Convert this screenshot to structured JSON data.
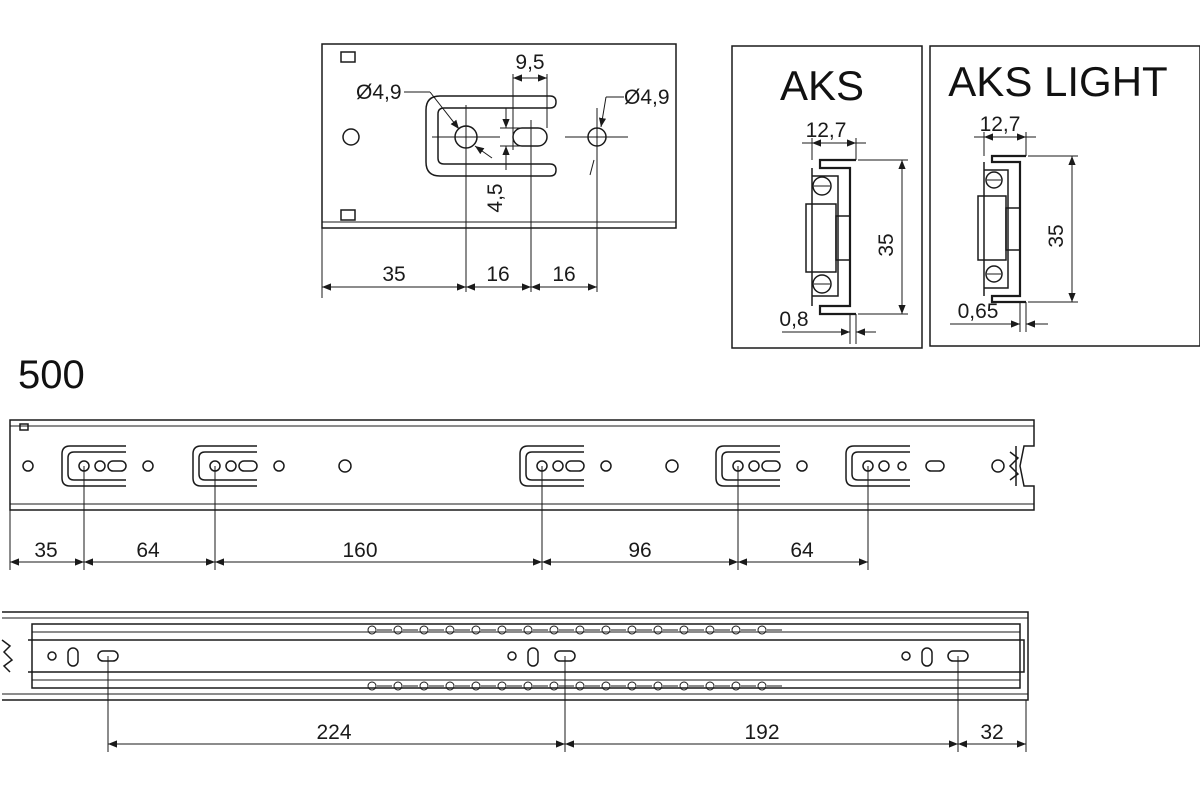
{
  "diagram": {
    "model_length": "500",
    "bracket_detail": {
      "hole_left": "Ø4,9",
      "hole_right": "Ø4,9",
      "slot_width": "9,5",
      "slot_height": "4,5",
      "dims": [
        "35",
        "16",
        "16"
      ]
    },
    "profiles": [
      {
        "name": "AKS",
        "width": "12,7",
        "height": "35",
        "thickness": "0,8"
      },
      {
        "name": "AKS LIGHT",
        "width": "12,7",
        "height": "35",
        "thickness": "0,65"
      }
    ],
    "cabinet_rail_dims": [
      "35",
      "64",
      "160",
      "96",
      "64"
    ],
    "drawer_rail_dims": [
      "224",
      "192",
      "32"
    ]
  }
}
